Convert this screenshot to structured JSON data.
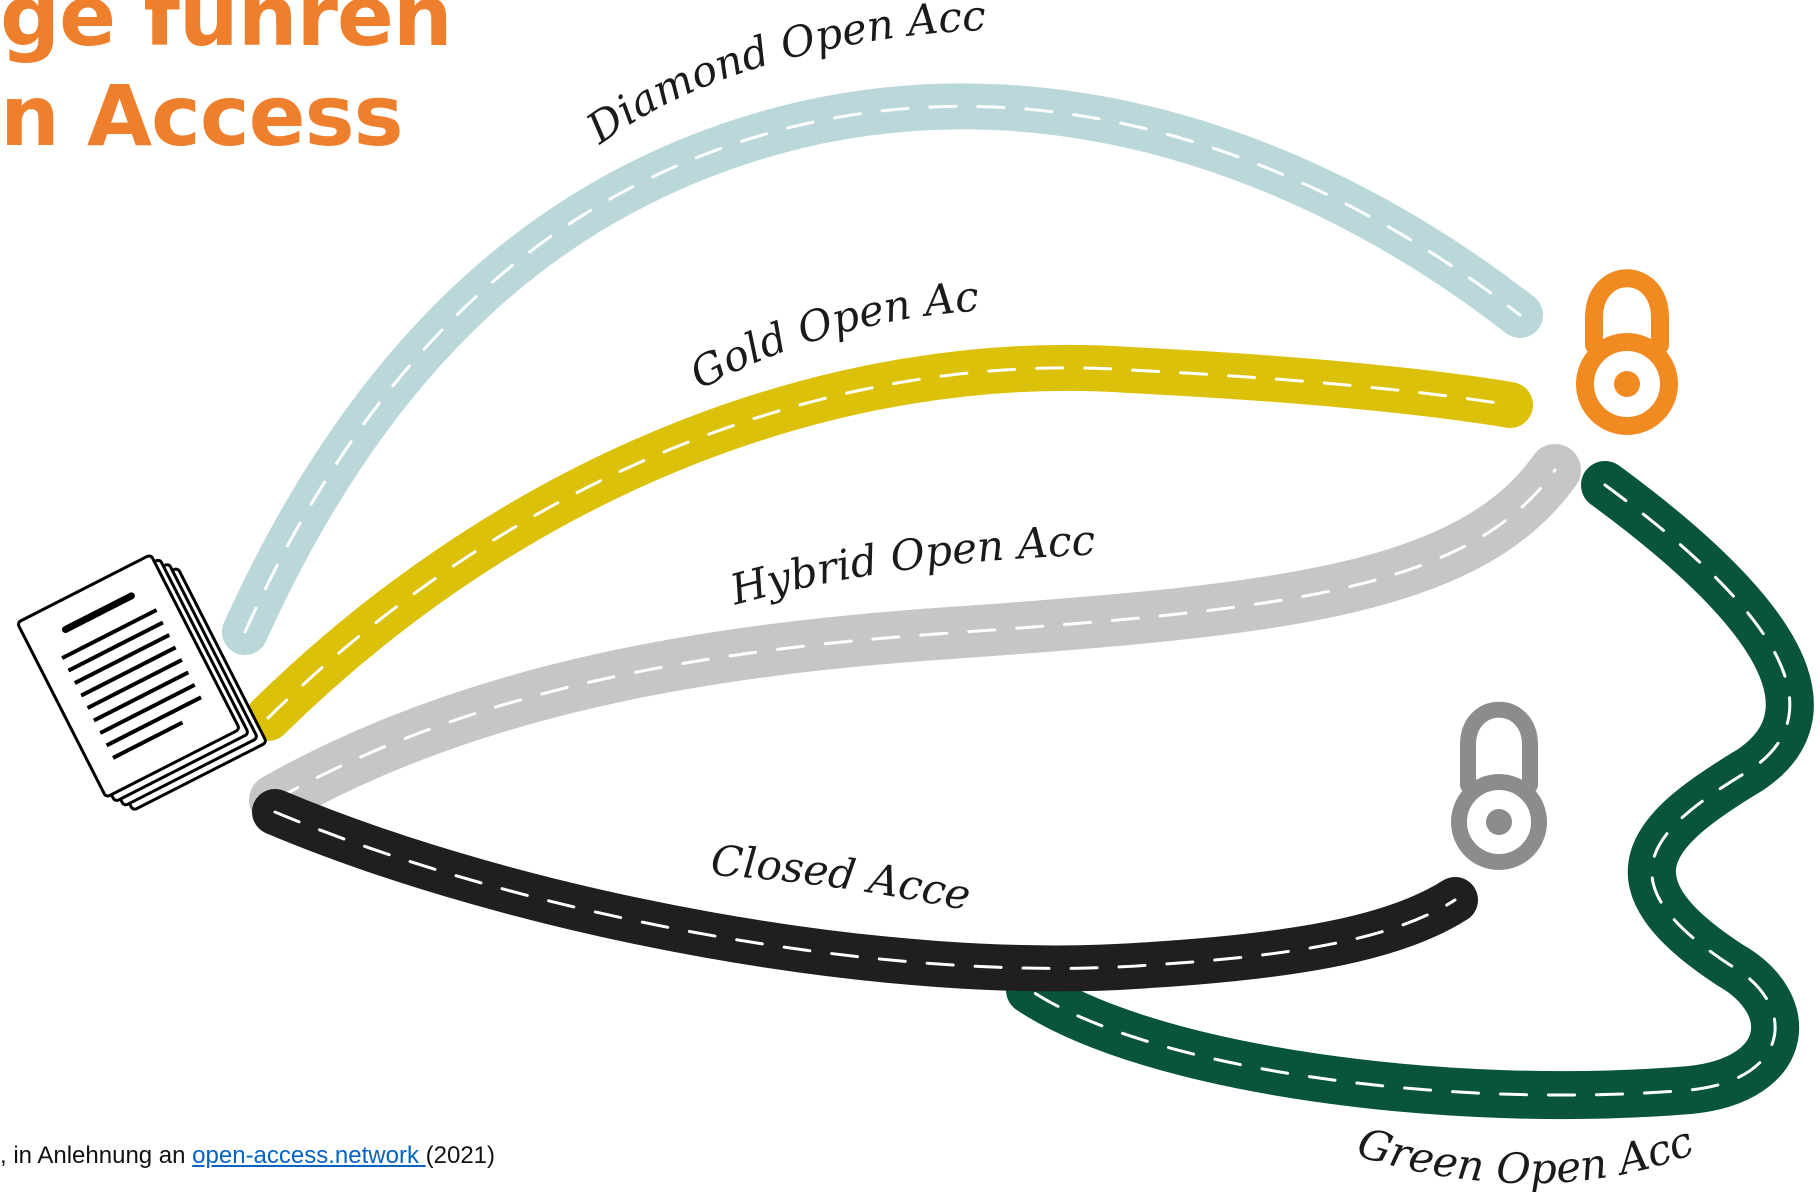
{
  "title": {
    "line1": "ge führen",
    "line2": "n Access"
  },
  "colors": {
    "title": "#EE7F2D",
    "diamond": "#BAD8DA",
    "gold": "#DBC109",
    "hybrid": "#C6C6C6",
    "closed": "#1F1F1F",
    "green": "#08553B",
    "open_lock": "#F18A21",
    "closed_lock": "#8C8C8C",
    "link": "#0563C1"
  },
  "routes": {
    "diamond": "Diamond Open Access",
    "gold": "Gold Open Access",
    "hybrid": "Hybrid Open Access",
    "closed": "Closed Access",
    "green": "Green Open Access"
  },
  "icons": {
    "document": "document-stack-icon",
    "open_lock": "open-access-lock-icon",
    "closed_lock": "closed-lock-icon"
  },
  "caption": {
    "prefix": ", in Anlehnung an ",
    "link_text": "open-access.network ",
    "suffix": "(2021)"
  }
}
